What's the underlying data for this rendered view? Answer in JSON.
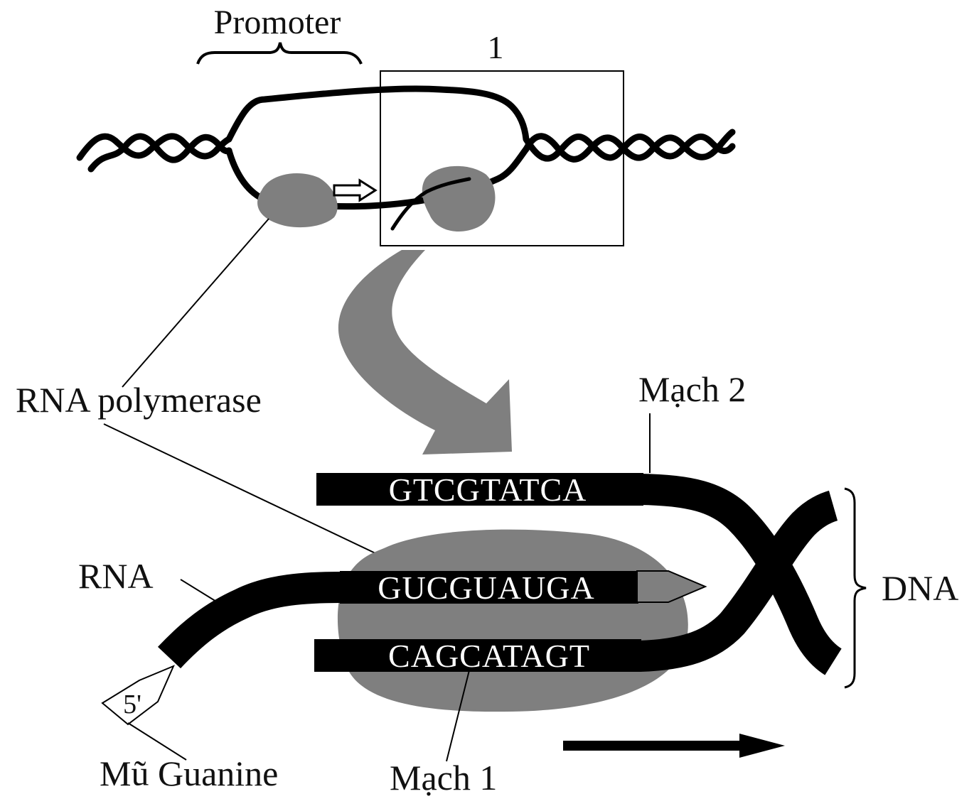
{
  "labels": {
    "promoter": "Promoter",
    "box_number": "1",
    "rna_polymerase": "RNA polymerase",
    "mach_2": "Mạch 2",
    "mach_1": "Mạch 1",
    "dna": "DNA",
    "rna": "RNA",
    "five_prime": "5'",
    "mu_guanine": "Mũ Guanine"
  },
  "sequences": {
    "strand_2": "GTCGTATCA",
    "rna": "GUCGUAUGA",
    "strand_1": "CAGCATAGT"
  },
  "colors": {
    "strand": "#000000",
    "polymerase": "#7f7f7f",
    "sequence_text": "#ffffff"
  }
}
